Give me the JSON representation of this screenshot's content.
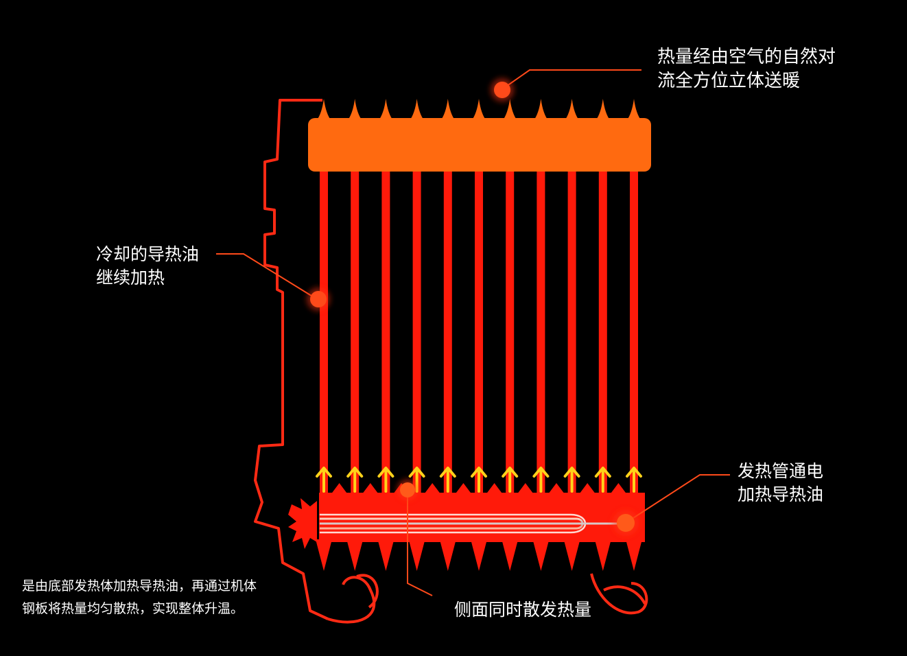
{
  "colors": {
    "background": "#000000",
    "pipe_red": "#ff1a0a",
    "header_orange": "#ff6a10",
    "outline_red": "#ff2a14",
    "arrow_yellow": "#ffd21a",
    "callout_line": "#ff4a1a",
    "callout_dot": "#ff4a1a",
    "text": "#ffffff"
  },
  "icons": {
    "upward_arrow": "arrow-up-icon",
    "callout_marker": "glowing-dot-icon"
  },
  "radiator": {
    "fin_count": 11
  },
  "labels": {
    "top": {
      "line1": "热量经由空气的自然对",
      "line2": "流全方位立体送暖"
    },
    "left": {
      "line1": "冷却的导热油",
      "line2": "继续加热"
    },
    "right": {
      "line1": "发热管通电",
      "line2": "加热导热油"
    },
    "bottom_left": {
      "line1": "是由底部发热体加热导热油，再通过机体",
      "line2": "钢板将热量均匀散热，实现整体升温。"
    },
    "bottom_center": {
      "line1": "侧面同时散发热量"
    }
  }
}
